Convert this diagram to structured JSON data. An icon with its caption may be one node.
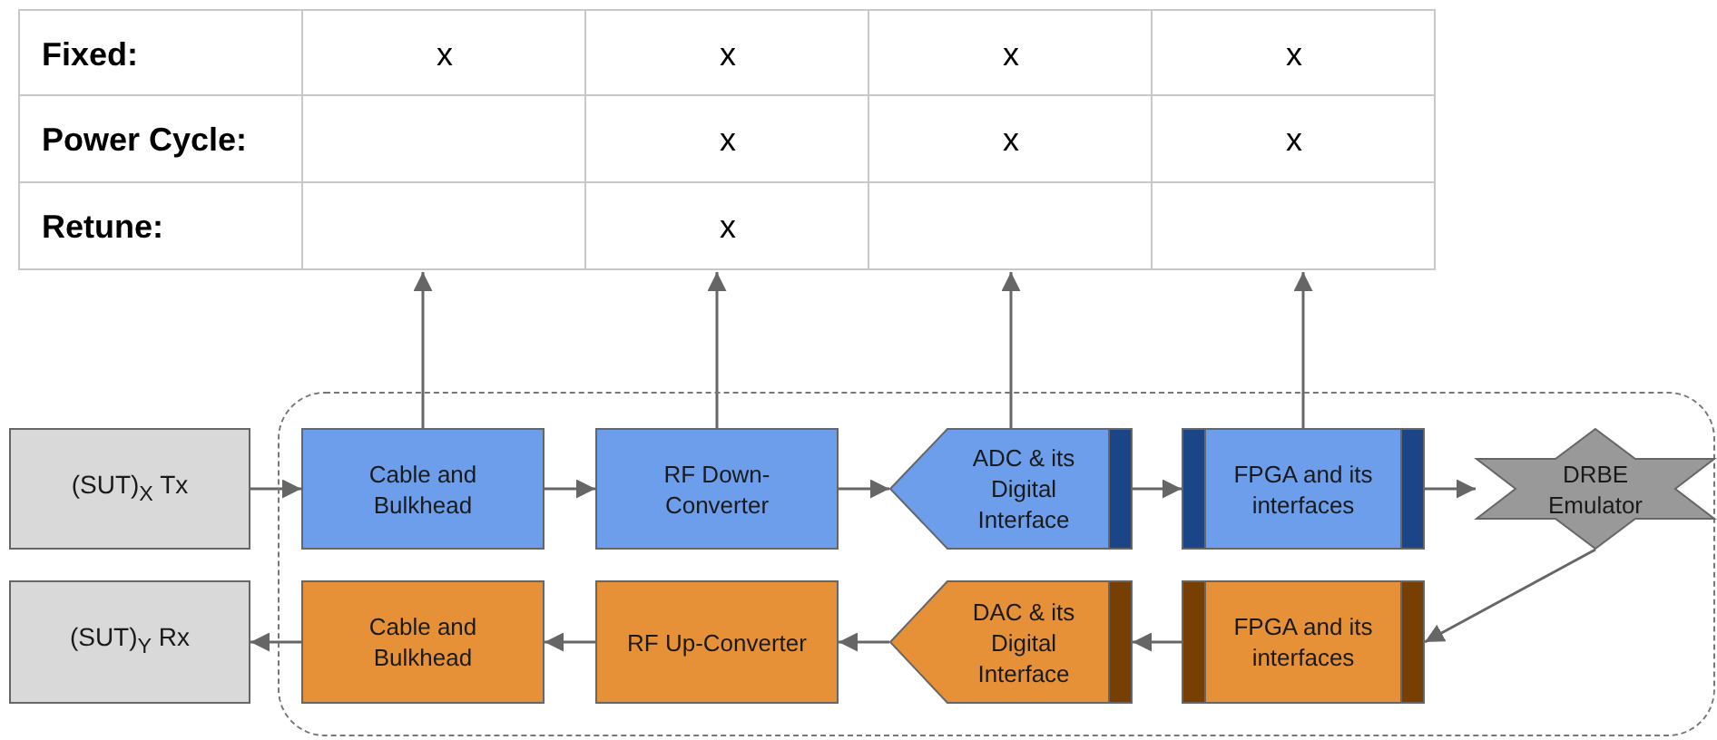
{
  "diagram": {
    "nodes": [
      {
        "text": [],
        "shape": "table"
      },
      {
        "text": [],
        "shape": "box"
      },
      {
        "text": [
          "(SUT)$_{X}$ Tx"
        ]
      },
      {
        "text": [
          "Cable and Bulkhead"
        ],
        "in": 1
      },
      {
        "text": [
          "RF Down-Converter"
        ],
        "in": 1
      },
      {
        "text": [
          "ADC & its Digital Interface"
        ],
        "in": 1
      },
      {
        "text": [
          "FPGA and its interfaces"
        ],
        "in": 1
      },
      {
        "text": [
          "DRBE Emulator"
        ],
        "in": 1
      },
      {
        "text": [
          "(SUT)$_{Y}$ Rx"
        ]
      },
      {
        "text": [
          "Cable and Bulkhead"
        ],
        "in": 1
      },
      {
        "text": [
          "RF Up-Converter"
        ],
        "in": 1
      },
      {
        "text": [
          "DAC & its Digital Interface"
        ],
        "in": 1
      },
      {
        "text": [
          "FPGA and its interfaces"
        ],
        "in": 1
      }
    ],
    "edges": [
      {
        "from": 2,
        "to": 3,
        "arrow": "to"
      },
      {
        "from": 3,
        "to": 4,
        "arrow": "to"
      },
      {
        "from": 4,
        "to": 5,
        "arrow": "to"
      },
      {
        "from": 5,
        "to": 6,
        "arrow": "to"
      },
      {
        "from": 6,
        "to": 7,
        "arrow": "to"
      },
      {
        "from": 7,
        "to": 12,
        "arrow": "to"
      },
      {
        "from": 12,
        "to": 11,
        "arrow": "to"
      },
      {
        "from": 11,
        "to": 10,
        "arrow": "to"
      },
      {
        "from": 10,
        "to": 9,
        "arrow": "to"
      },
      {
        "from": 9,
        "to": 8,
        "arrow": "to"
      },
      {
        "from": 3,
        "to": 0,
        "arrow": "to"
      },
      {
        "from": 4,
        "to": 0,
        "arrow": "to"
      },
      {
        "from": 5,
        "to": 0,
        "arrow": "to"
      },
      {
        "from": 6,
        "to": 0,
        "arrow": "to"
      }
    ],
    "labels": [
      "Fixed:",
      "x",
      "x",
      "x",
      "x",
      "Power Cycle:",
      "x",
      "x",
      "x",
      "Retune:",
      "x"
    ]
  }
}
